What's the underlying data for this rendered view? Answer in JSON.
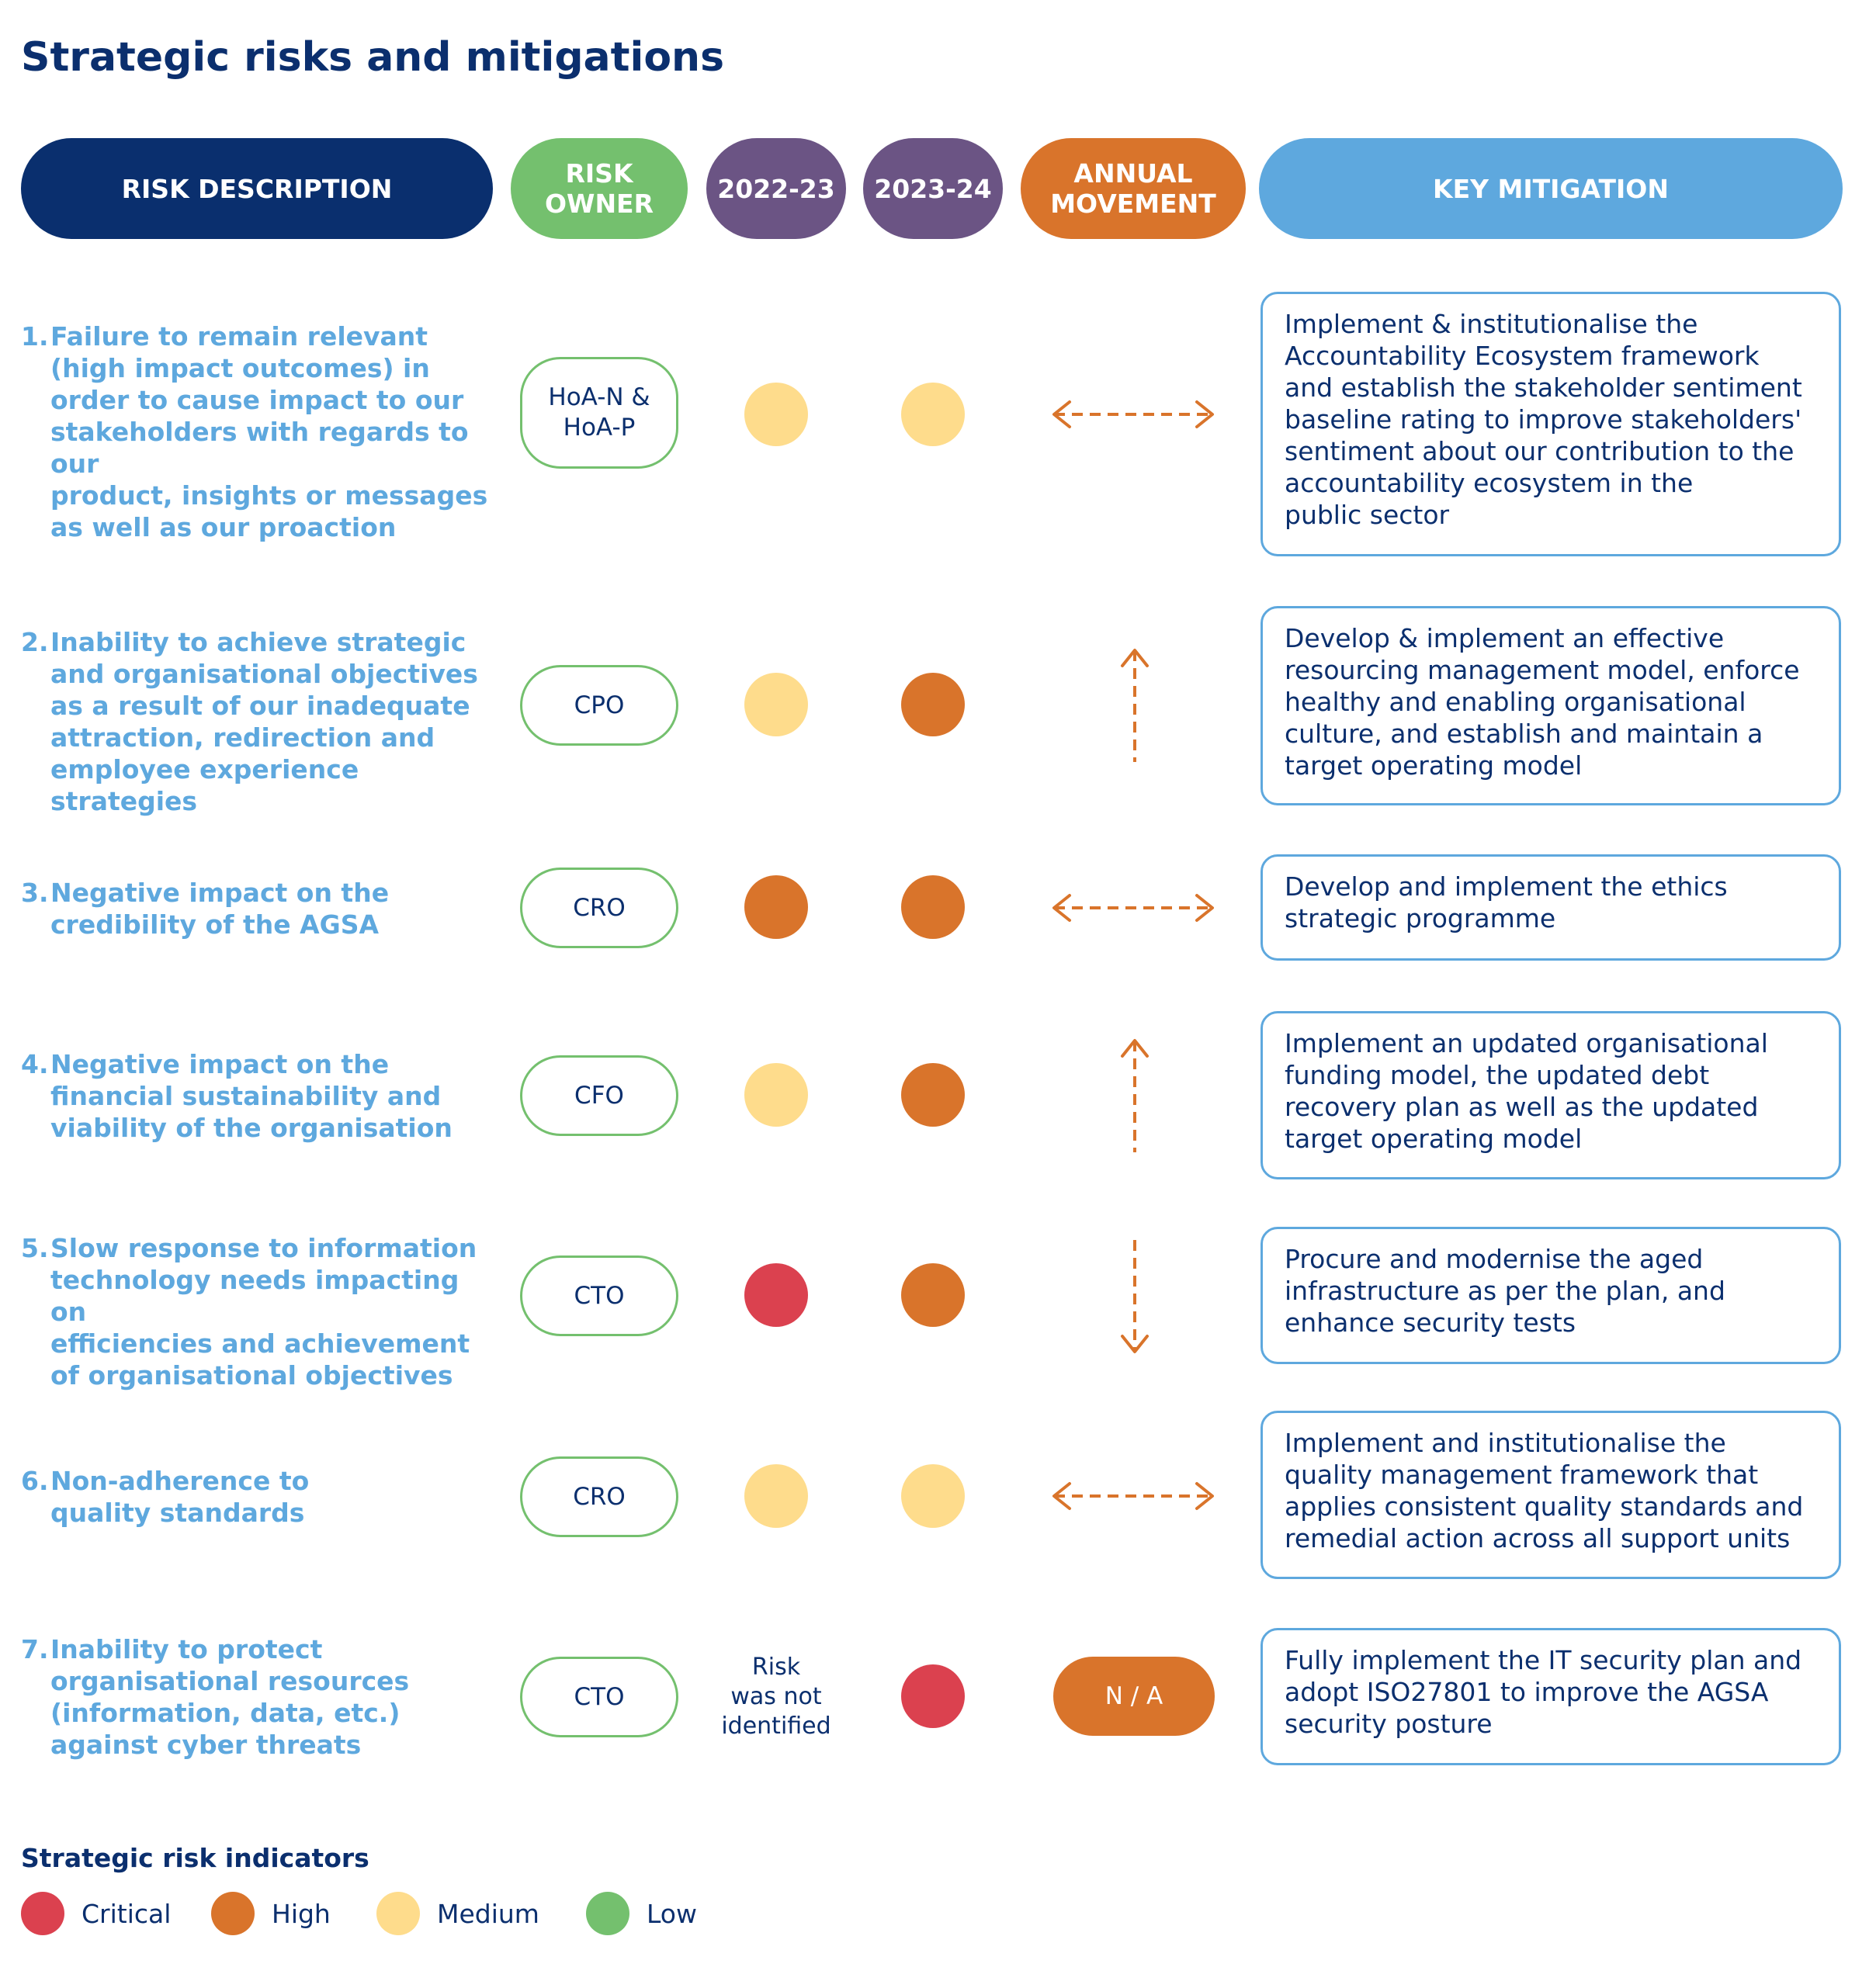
{
  "title": "Strategic risks and mitigations",
  "headers": {
    "description": "RISK DESCRIPTION",
    "owner": "RISK\nOWNER",
    "year1": "2022-23",
    "year2": "2023-24",
    "movement": "ANNUAL\nMOVEMENT",
    "mitigation": "KEY MITIGATION"
  },
  "colors": {
    "critical": "#db414f",
    "high": "#d9742b",
    "medium": "#fedc8c",
    "low": "#74c06e",
    "navy": "#0a2f6e",
    "purple": "#6b5484",
    "lightblue": "#5ea8de"
  },
  "risks": [
    {
      "number": "1.",
      "description": "Failure to remain relevant\n(high impact outcomes) in\norder to cause impact to our\nstakeholders with regards to our\nproduct, insights or messages\nas well as our proaction",
      "owner": "HoA-N &\nHoA-P",
      "rating_2022_23": "medium",
      "rating_2023_24": "medium",
      "movement": "unchanged",
      "mitigation": "Implement & institutionalise the\nAccountability Ecosystem framework\nand establish the stakeholder sentiment\nbaseline rating to improve stakeholders'\nsentiment about our contribution to the\naccountability ecosystem in the\npublic sector"
    },
    {
      "number": "2.",
      "description": "Inability to achieve strategic\nand organisational objectives\nas a result of our inadequate\nattraction, redirection and\nemployee experience strategies",
      "owner": "CPO",
      "rating_2022_23": "medium",
      "rating_2023_24": "high",
      "movement": "up",
      "mitigation": "Develop & implement an effective\nresourcing management model, enforce\nhealthy and enabling organisational\nculture, and establish and maintain a\ntarget operating model"
    },
    {
      "number": "3.",
      "description": "Negative impact on the\ncredibility of the AGSA",
      "owner": "CRO",
      "rating_2022_23": "high",
      "rating_2023_24": "high",
      "movement": "unchanged",
      "mitigation": "Develop and implement the ethics\nstrategic programme"
    },
    {
      "number": "4.",
      "description": "Negative impact on the\nfinancial sustainability and\nviability of the organisation",
      "owner": "CFO",
      "rating_2022_23": "medium",
      "rating_2023_24": "high",
      "movement": "up",
      "mitigation": "Implement an updated organisational\nfunding model, the updated debt\nrecovery plan as well as the updated\ntarget operating model"
    },
    {
      "number": "5.",
      "description": "Slow response to information\ntechnology needs impacting on\nefficiencies and achievement\nof organisational objectives",
      "owner": "CTO",
      "rating_2022_23": "critical",
      "rating_2023_24": "high",
      "movement": "down",
      "mitigation": "Procure and modernise the aged\ninfrastructure as per the plan, and\nenhance security tests"
    },
    {
      "number": "6.",
      "description": "Non-adherence to\nquality standards",
      "owner": "CRO",
      "rating_2022_23": "medium",
      "rating_2023_24": "medium",
      "movement": "unchanged",
      "mitigation": "Implement and institutionalise the\nquality management framework that\napplies consistent quality standards and\nremedial action across all support units"
    },
    {
      "number": "7.",
      "description": "Inability to protect\norganisational resources\n(information, data, etc.)\nagainst cyber threats",
      "owner": "CTO",
      "rating_2022_23_text": "Risk\nwas not\nidentified",
      "rating_2023_24": "critical",
      "movement_text": "N / A",
      "mitigation": "Fully implement the IT security plan and\nadopt ISO27801 to improve the AGSA\nsecurity posture"
    }
  ],
  "legend": {
    "title": "Strategic risk indicators",
    "items": [
      {
        "level": "critical",
        "label": "Critical"
      },
      {
        "level": "high",
        "label": "High"
      },
      {
        "level": "medium",
        "label": "Medium"
      },
      {
        "level": "low",
        "label": "Low"
      }
    ]
  }
}
